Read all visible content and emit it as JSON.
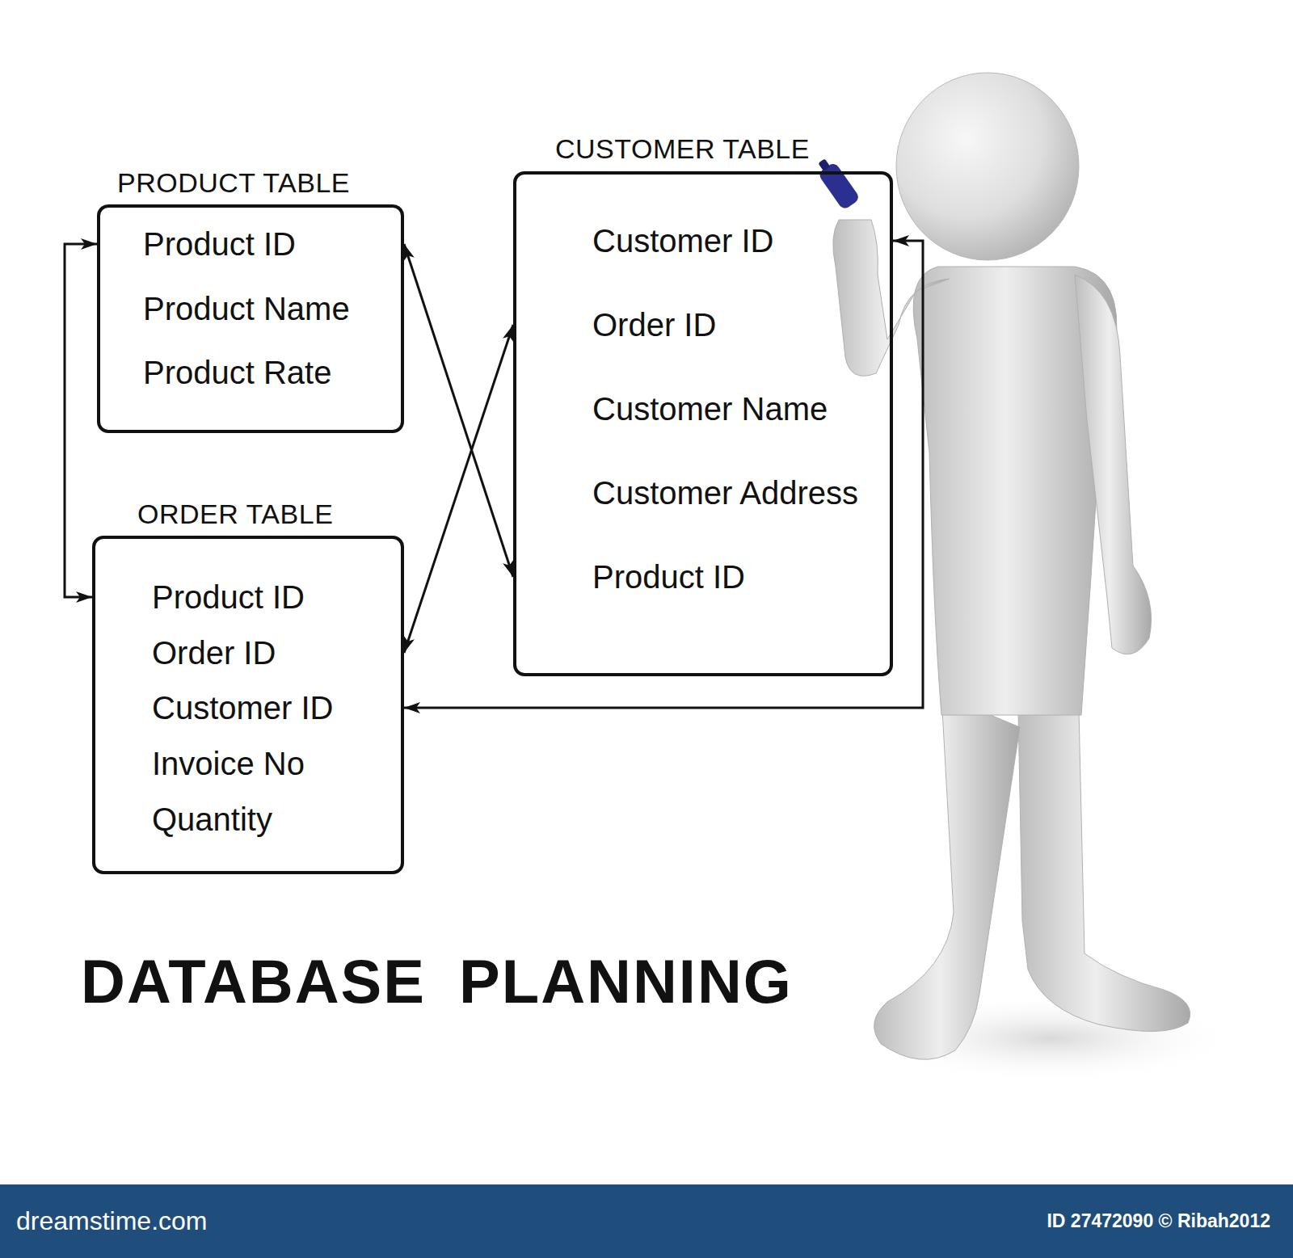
{
  "diagram": {
    "title": "DATABASE PLANNING",
    "nodes": [
      {
        "text": [
          "PRODUCT TABLE",
          "Product ID",
          "Product Name",
          "Product Rate"
        ]
      },
      {
        "text": [
          "ORDER TABLE",
          "Product ID",
          "Order ID",
          "Customer ID",
          "Invoice No",
          "Quantity"
        ]
      },
      {
        "text": [
          "CUSTOMER TABLE",
          "Customer ID",
          "Order ID",
          "Customer Name",
          "Customer Address",
          "Product ID"
        ]
      }
    ],
    "edges": [
      {
        "from": 0,
        "to": 1,
        "arrow": "both"
      },
      {
        "from": 0,
        "to": 2,
        "arrow": "both"
      },
      {
        "from": 1,
        "to": 2,
        "arrow": "both"
      },
      {
        "from": 2,
        "to": 1,
        "arrow": "both"
      }
    ],
    "labels": [
      "dreamstime.com",
      "ID 27472090 © Ribah2012"
    ]
  }
}
